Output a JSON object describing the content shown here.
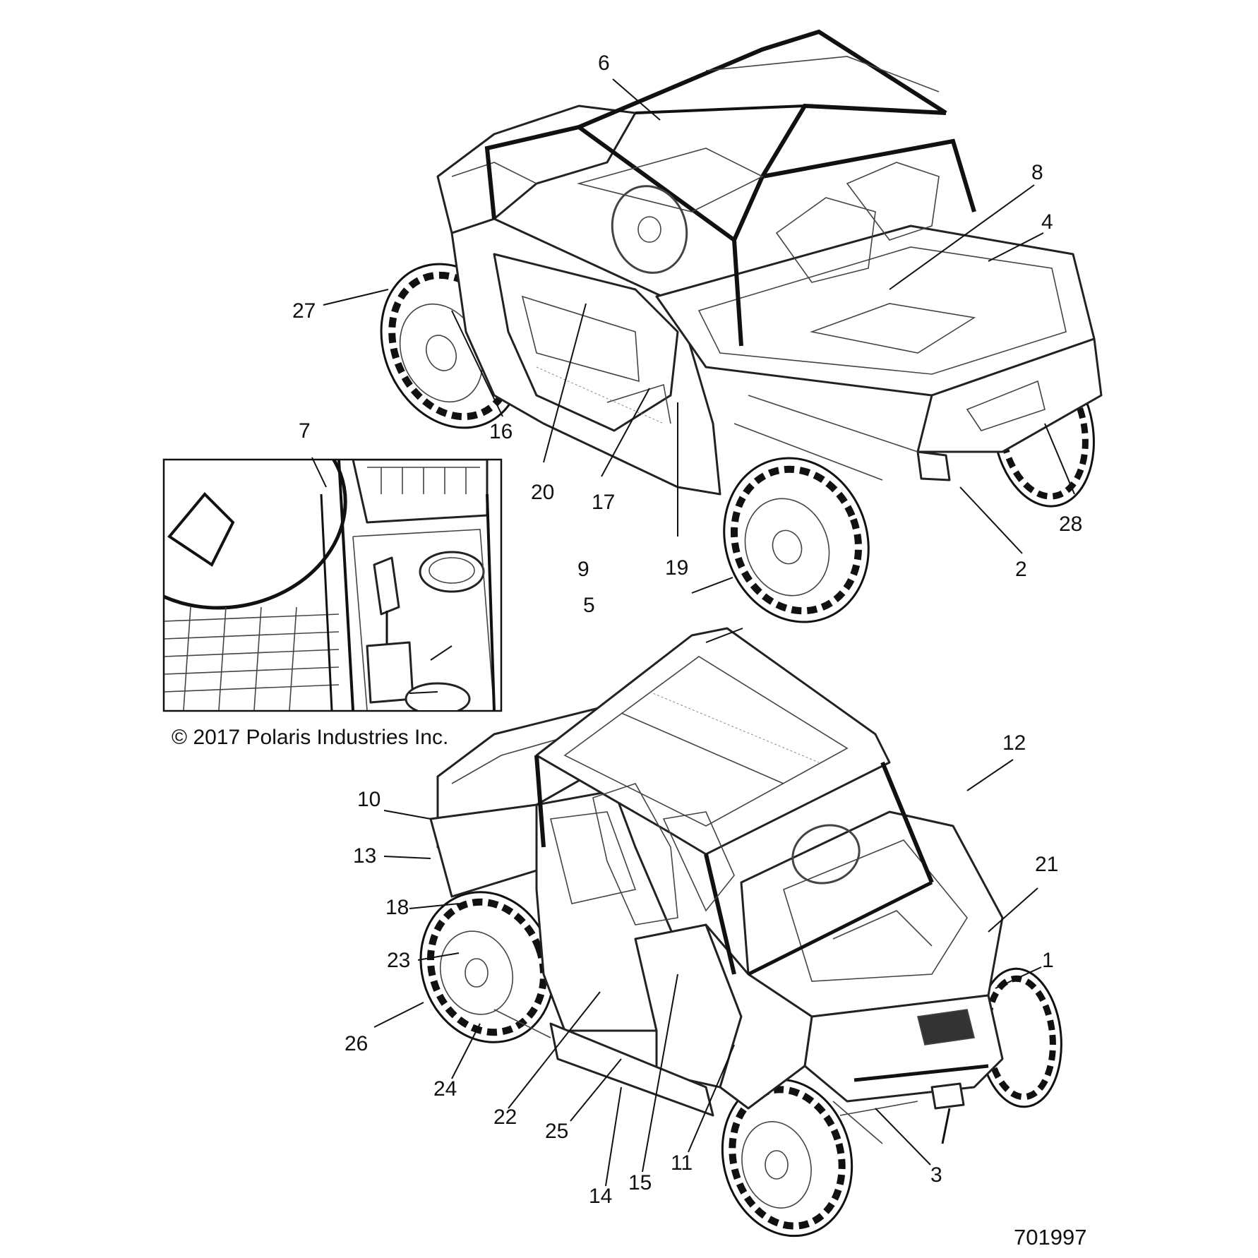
{
  "copyright": "© 2017 Polaris Industries Inc.",
  "part_number": "701997",
  "callouts": [
    {
      "id": "c6",
      "label": "6"
    },
    {
      "id": "c8",
      "label": "8"
    },
    {
      "id": "c4",
      "label": "4"
    },
    {
      "id": "c27",
      "label": "27"
    },
    {
      "id": "c16",
      "label": "16"
    },
    {
      "id": "c20",
      "label": "20"
    },
    {
      "id": "c17",
      "label": "17"
    },
    {
      "id": "c19",
      "label": "19"
    },
    {
      "id": "c28",
      "label": "28"
    },
    {
      "id": "c2",
      "label": "2"
    },
    {
      "id": "c7",
      "label": "7"
    },
    {
      "id": "c9",
      "label": "9"
    },
    {
      "id": "c5",
      "label": "5"
    },
    {
      "id": "c12",
      "label": "12"
    },
    {
      "id": "c10",
      "label": "10"
    },
    {
      "id": "c13",
      "label": "13"
    },
    {
      "id": "c21",
      "label": "21"
    },
    {
      "id": "c18",
      "label": "18"
    },
    {
      "id": "c1",
      "label": "1"
    },
    {
      "id": "c23",
      "label": "23"
    },
    {
      "id": "c26",
      "label": "26"
    },
    {
      "id": "c24",
      "label": "24"
    },
    {
      "id": "c22",
      "label": "22"
    },
    {
      "id": "c25",
      "label": "25"
    },
    {
      "id": "c11",
      "label": "11"
    },
    {
      "id": "c3",
      "label": "3"
    },
    {
      "id": "c14",
      "label": "14"
    },
    {
      "id": "c15",
      "label": "15"
    }
  ]
}
